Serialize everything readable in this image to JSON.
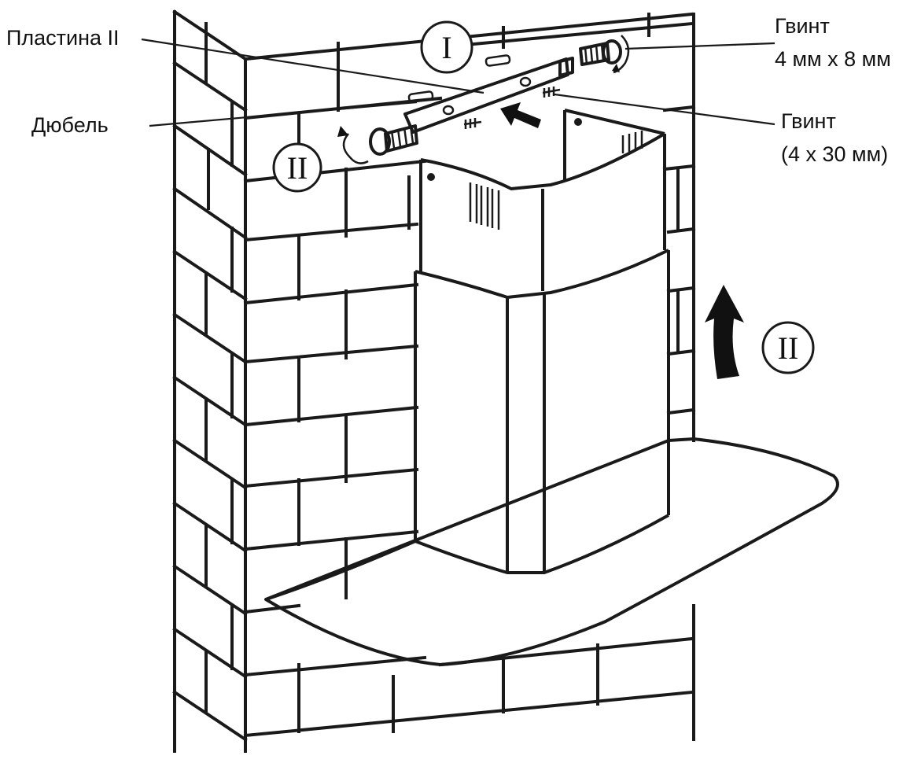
{
  "labels": {
    "plate": "Пластина II",
    "dowel": "Дюбель",
    "screw_small_line1": "Гвинт",
    "screw_small_line2": "4 мм x 8 мм",
    "screw_long_line1": "Гвинт",
    "screw_long_line2": "(4 x 30 мм)"
  },
  "steps": {
    "step_one_top": "I",
    "step_two_left": "II",
    "step_two_right": "II"
  },
  "colors": {
    "line": "#1a1a1a",
    "background": "#ffffff"
  }
}
